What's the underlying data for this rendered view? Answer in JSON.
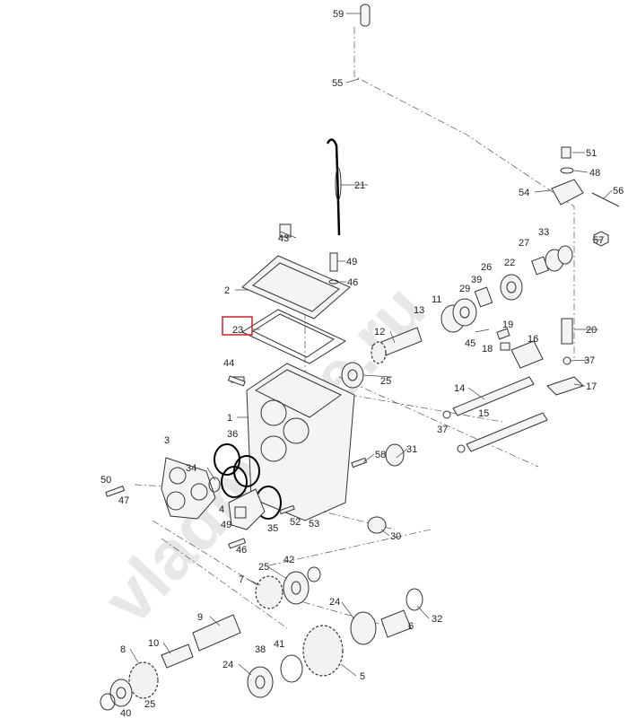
{
  "diagram": {
    "title": "Gearbox exploded parts diagram",
    "highlight_color": "#d0202a",
    "watermark": "vladmelife.ru",
    "highlighted_callout": "23",
    "callouts": [
      "59",
      "55",
      "21",
      "51",
      "48",
      "54",
      "56",
      "57",
      "43",
      "49",
      "46",
      "2",
      "33",
      "27",
      "22",
      "26",
      "29",
      "39",
      "11",
      "13",
      "23",
      "12",
      "19",
      "18",
      "45",
      "16",
      "20",
      "37",
      "44",
      "25",
      "14",
      "17",
      "1",
      "36",
      "15",
      "37",
      "31",
      "34",
      "58",
      "50",
      "47",
      "3",
      "4",
      "49",
      "46",
      "35",
      "52",
      "53",
      "30",
      "42",
      "25",
      "7",
      "24",
      "32",
      "6",
      "9",
      "10",
      "8",
      "38",
      "41",
      "24",
      "5",
      "25",
      "40"
    ]
  }
}
